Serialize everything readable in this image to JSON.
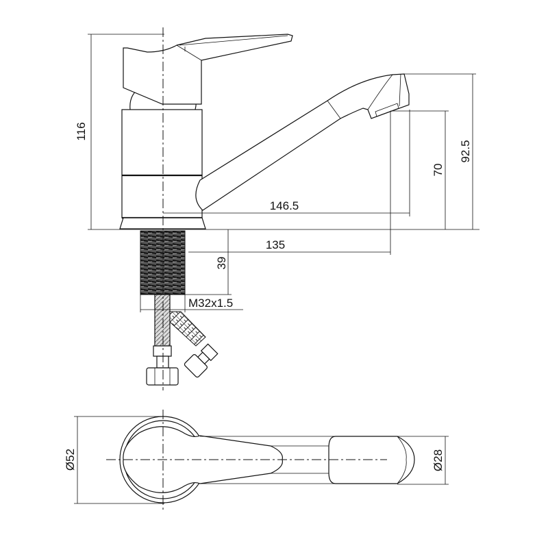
{
  "drawing": {
    "title": "Single-lever basin mixer dimensional drawing",
    "dimensions": {
      "total_height": "116",
      "spout_top_height": "92.5",
      "spout_outlet_height": "70",
      "spout_reach": "146.5",
      "outlet_distance": "135",
      "shank_length": "39",
      "thread": "M32x1.5",
      "base_diameter": "Ø52",
      "spout_diameter": "Ø28"
    },
    "colors": {
      "line": "#111111",
      "thread": "#333333"
    }
  }
}
